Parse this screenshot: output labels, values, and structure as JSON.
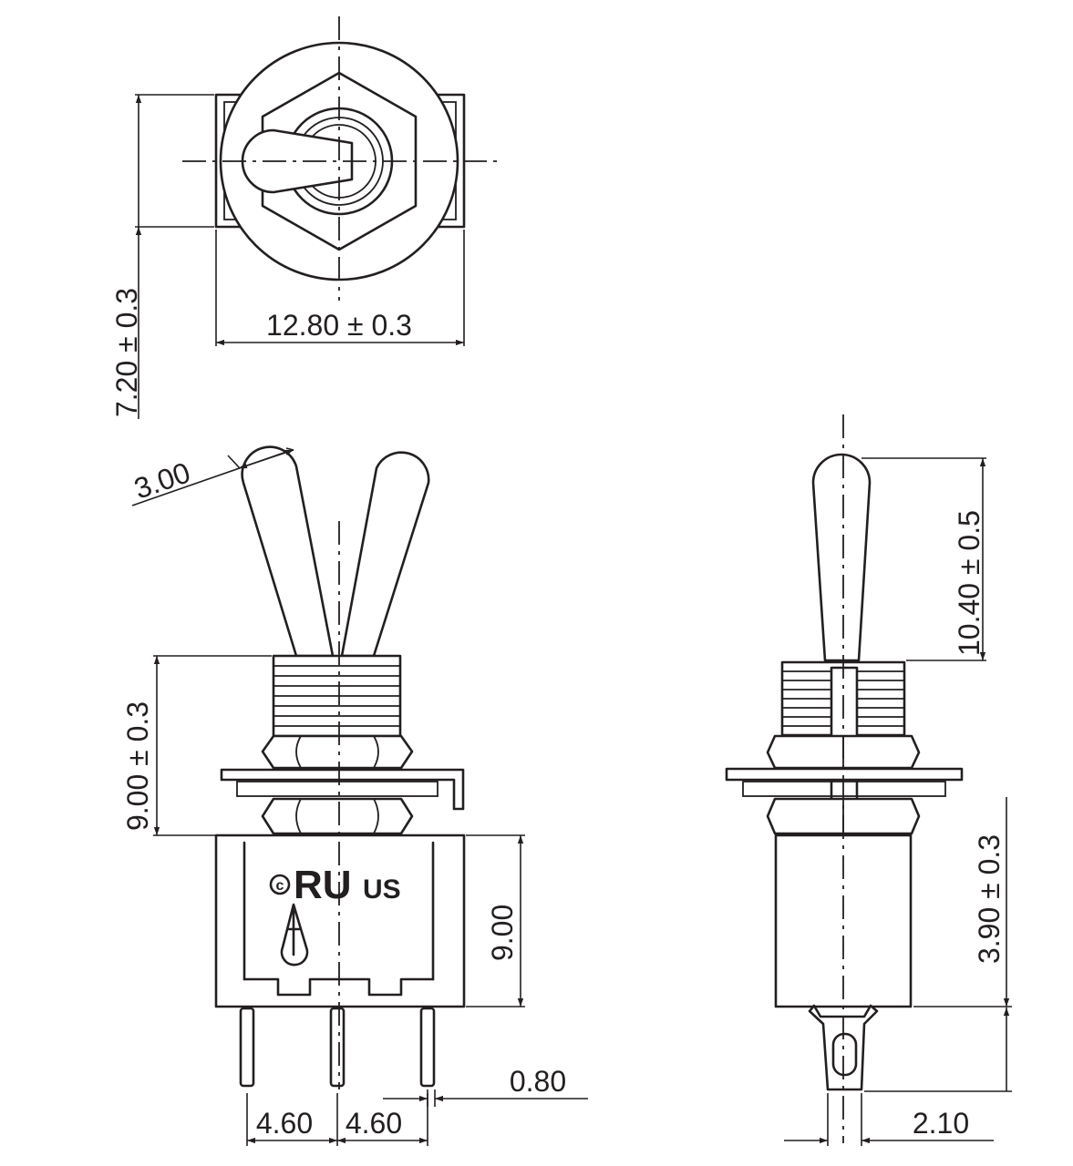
{
  "dimensions": {
    "top_height": "7.20 ± 0.3",
    "top_width": "12.80 ± 0.3",
    "lever_width": "3.00",
    "bushing_height": "9.00 ± 0.3",
    "body_height": "9.00",
    "lever_length": "10.40 ± 0.5",
    "side_body_height": "3.90 ± 0.3",
    "pin_thickness": "0.80",
    "pin_pitch_left": "4.60",
    "pin_pitch_right": "4.60",
    "side_pin_width": "2.10"
  },
  "cert_mark": {
    "c": "c",
    "ru": "RU",
    "us": "US"
  },
  "colors": {
    "line": "#231f20",
    "background": "#ffffff"
  }
}
